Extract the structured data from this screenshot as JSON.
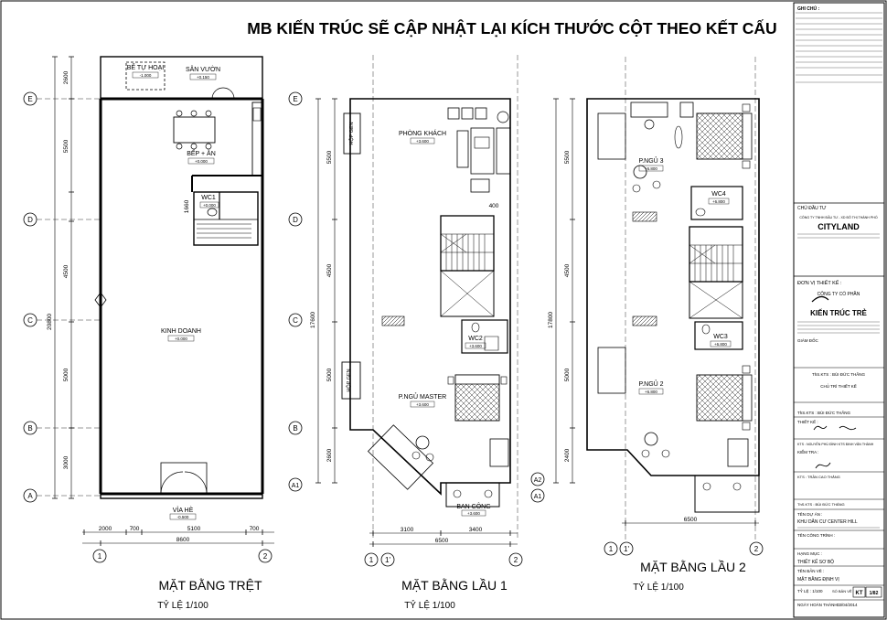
{
  "header_note": "MB KIẾN TRÚC SẼ CẬP NHẬT LẠI KÍCH THƯỚC CỘT THEO KẾT CẤU",
  "grid_labels": {
    "rows": [
      "E",
      "D",
      "C",
      "B",
      "A"
    ],
    "row_a1": "A1",
    "row_a2": "A2",
    "cols": [
      "1",
      "1'",
      "2"
    ]
  },
  "floors": [
    {
      "title": "MẶT BẰNG TRỆT",
      "scale": "TỶ LỆ 1/100",
      "vertical_dims": [
        "2600",
        "5500",
        "1660",
        "4500",
        "5000",
        "3000",
        "20800"
      ],
      "bottom_dims": [
        "2000",
        "700",
        "5100",
        "700",
        "8600"
      ],
      "rooms": {
        "septic": "BỂ TỰ HOẠI",
        "garden": "SÂN VƯỜN",
        "kitchen": "BẾP + ĂN",
        "wc": "WC1",
        "business": "KINH DOANH",
        "sidewalk": "VỈA HÈ"
      },
      "levels": {
        "septic": "-1.000",
        "garden": "+0.150",
        "kitchen": "+0.000",
        "wc": "+0.000",
        "business": "+0.000",
        "sidewalk": "-0.500"
      }
    },
    {
      "title": "MẶT BẰNG  LẦU 1",
      "scale": "TỶ LỆ 1/100",
      "vertical_dims": [
        "5500",
        "4500",
        "5000",
        "2600",
        "17600"
      ],
      "bottom_dims": [
        "3100",
        "3400",
        "6500"
      ],
      "rooms": {
        "living": "PHÒNG KHÁCH",
        "wc": "WC2",
        "master": "P.NGỦ MASTER",
        "balcony": "BAN CÔNG",
        "duct": "HỘP GEN"
      },
      "levels": {
        "living": "+3.600",
        "wc": "+3.600",
        "master": "+3.600",
        "balcony": "+3.600"
      },
      "annotation": "400"
    },
    {
      "title": "MẶT BẰNG  LẦU 2",
      "scale": "TỶ LỆ 1/100",
      "vertical_dims": [
        "5500",
        "4500",
        "5000",
        "2400",
        "17800"
      ],
      "bottom_dims": [
        "6500"
      ],
      "rooms": {
        "bed3": "P.NGỦ 3",
        "wc4": "WC4",
        "wc3": "WC3",
        "bed2": "P.NGỦ 2"
      },
      "levels": {
        "bed3": "+6.800",
        "wc4": "+6.800",
        "wc3": "+6.800",
        "bed2": "+6.800"
      }
    }
  ],
  "title_block": {
    "notes_header": "GHI CHÚ :",
    "owner_label": "CHỦ ĐẦU TƯ",
    "owner_company": "CÔNG TY TNHH ĐẦU TƯ - XD ĐÔ THỊ THÀNH PHỐ",
    "owner_brand": "CITYLAND",
    "designer_label": "ĐƠN VỊ THIẾT KẾ :",
    "designer_company_1": "CÔNG TY CỔ PHẦN",
    "designer_company_2": "KIẾN TRÚC TRẺ",
    "director": "GIÁM ĐỐC",
    "lead_label": "ThS.KTS : BÙI ĐỨC THẮNG",
    "lead_role": "CHỦ TRÌ THIẾT KẾ",
    "lead2": "ThS.KTS : BÙI ĐỨC THẮNG",
    "design_label": "THIẾT KẾ :",
    "staff_1": "KTS : NGUYỄN PHÚ ĐÌNH KTS  ĐINH VĂN THÀNH",
    "check_label": "KIỂM TRA :",
    "staff_2": "KTS : TRẦN CAO THẮNG",
    "staff_3": "ThS.KTS : BÙI ĐỨC THẮNG",
    "project_label": "TÊN DỰ ÁN :",
    "project": "KHU DÂN CƯ CENTER HILL",
    "work_label": "TÊN CÔNG TRÌNH :",
    "item_label": "HẠNG MỤC :",
    "item": "THIẾT KẾ SƠ BỘ",
    "drawing_label": "TÊN BẢN VẼ :",
    "drawing": "MẶT BẰNG ĐỊNH VỊ",
    "scale_label": "TỶ LỆ : 1/100",
    "sheet_label": "SỐ BẢN VẼ",
    "sheet_code": "KT",
    "sheet_no": "1/82",
    "date_label": "NGÀY HOÀN THÀNH :",
    "date": "03/04/2014"
  }
}
